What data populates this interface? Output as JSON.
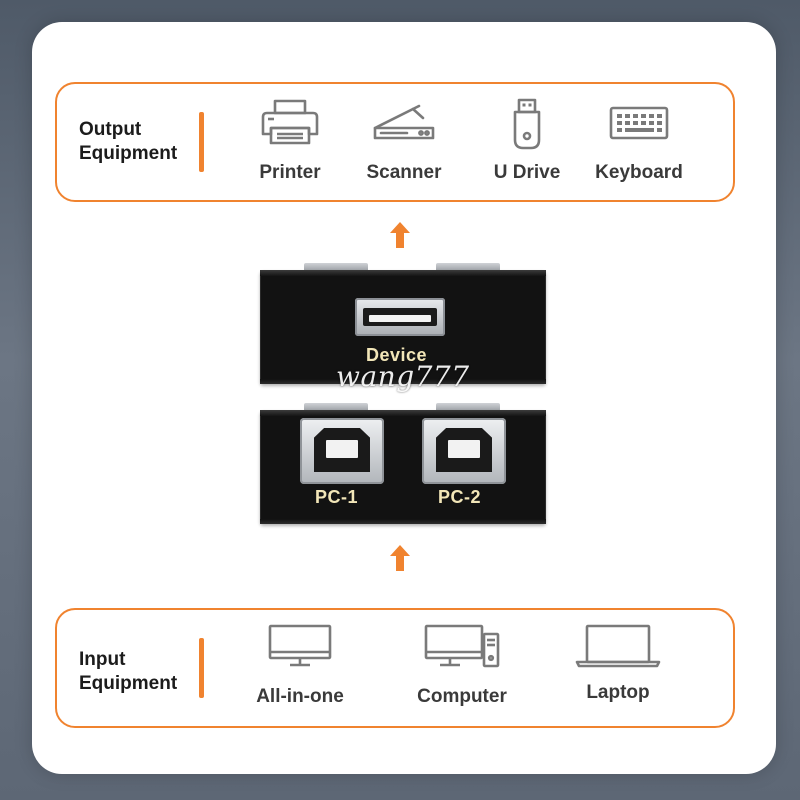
{
  "output_equipment": {
    "title_line1": "Output",
    "title_line2": "Equipment",
    "items": [
      {
        "label": "Printer",
        "icon": "printer-icon"
      },
      {
        "label": "Scanner",
        "icon": "scanner-icon"
      },
      {
        "label": "U Drive",
        "icon": "usb-drive-icon"
      },
      {
        "label": "Keyboard",
        "icon": "keyboard-icon"
      }
    ]
  },
  "device": {
    "top_port_label": "Device",
    "port1_label": "PC-1",
    "port2_label": "PC-2",
    "watermark": "wang777"
  },
  "input_equipment": {
    "title_line1": "Input",
    "title_line2": "Equipment",
    "items": [
      {
        "label": "All-in-one",
        "icon": "all-in-one-pc-icon"
      },
      {
        "label": "Computer",
        "icon": "desktop-computer-icon"
      },
      {
        "label": "Laptop",
        "icon": "laptop-icon"
      }
    ]
  },
  "colors": {
    "accent": "#f0832f",
    "device_body": "#121212",
    "device_text": "#f2e6b8"
  }
}
